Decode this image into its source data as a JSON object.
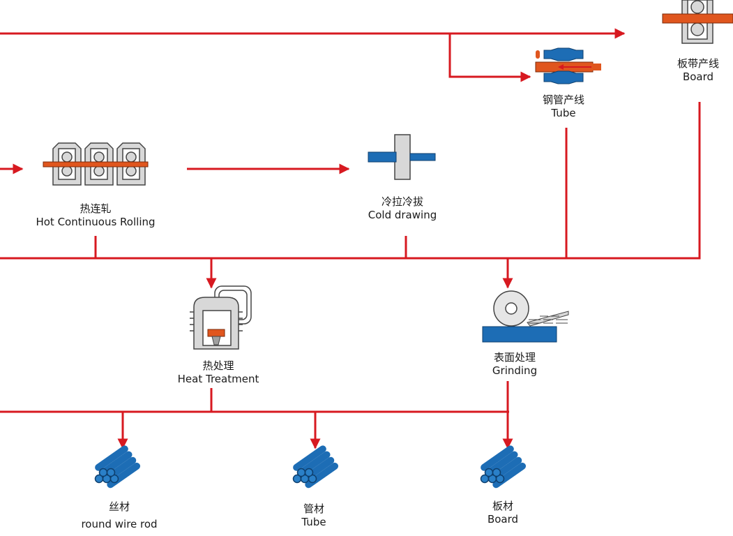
{
  "processes": {
    "hot_rolling": {
      "zh": "热连轧",
      "en": "Hot Continuous Rolling"
    },
    "cold_drawing": {
      "zh": "冷拉冷拔",
      "en": "Cold drawing"
    },
    "tube_line": {
      "zh": "钢管产线",
      "en": "Tube"
    },
    "board_line": {
      "zh": "板带产线",
      "en": "Board"
    },
    "heat_treatment": {
      "zh": "热处理",
      "en": "Heat Treatment"
    },
    "grinding": {
      "zh": "表面处理",
      "en": "Grinding"
    }
  },
  "products": {
    "wire_rod": {
      "zh": "丝材",
      "en": "round wire rod"
    },
    "tube": {
      "zh": "管材",
      "en": "Tube"
    },
    "board": {
      "zh": "板材",
      "en": "Board"
    }
  },
  "colors": {
    "flow_line": "#d71920",
    "steel_orange": "#e0561e",
    "product_blue": "#1d6db5",
    "machine_gray": "#d8d8d8"
  }
}
